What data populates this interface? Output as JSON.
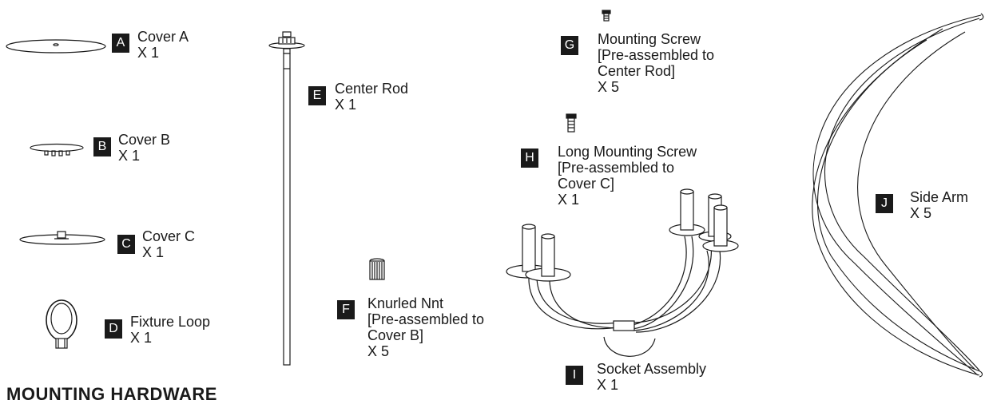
{
  "section_heading": "MOUNTING HARDWARE",
  "parts": [
    {
      "letter": "A",
      "name": "Cover A",
      "qty": "X 1"
    },
    {
      "letter": "B",
      "name": "Cover B",
      "qty": "X 1"
    },
    {
      "letter": "C",
      "name": "Cover C",
      "qty": "X 1"
    },
    {
      "letter": "D",
      "name": "Fixture Loop",
      "qty": "X 1"
    },
    {
      "letter": "E",
      "name": "Center Rod",
      "qty": "X 1"
    },
    {
      "letter": "F",
      "name": "Knurled Nnt",
      "note1": "[Pre-assembled to",
      "note2": "Cover B]",
      "qty": "X 5"
    },
    {
      "letter": "G",
      "name": "Mounting Screw",
      "note1": "[Pre-assembled to",
      "note2": "Center Rod]",
      "qty": "X 5"
    },
    {
      "letter": "H",
      "name": "Long Mounting Screw",
      "note1": "[Pre-assembled to",
      "note2": "Cover C]",
      "qty": "X 1"
    },
    {
      "letter": "I",
      "name": "Socket Assembly",
      "qty": "X 1"
    },
    {
      "letter": "J",
      "name": "Side Arm",
      "qty": "X 5"
    }
  ]
}
